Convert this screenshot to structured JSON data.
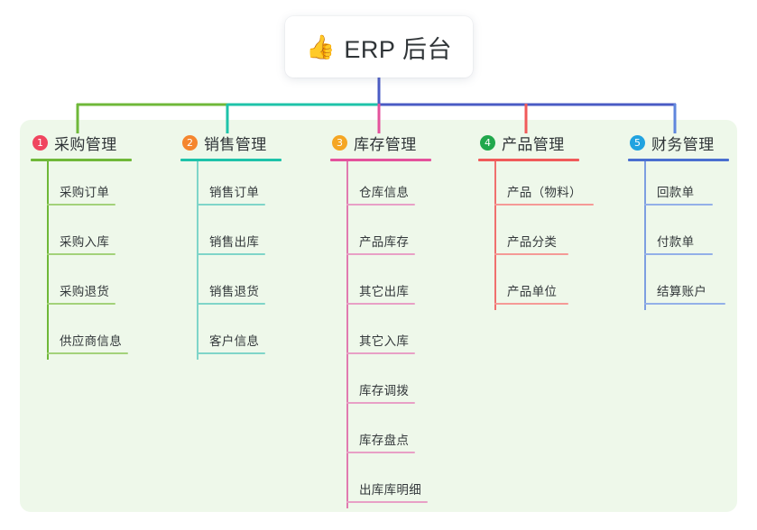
{
  "root": {
    "icon": "thumbs-up-icon",
    "emoji": "👍",
    "title": "ERP 后台"
  },
  "panel": {
    "background_color": "#eef8ea"
  },
  "connector_colors": {
    "trunk": "#4a5bc4",
    "segment_green": "#6fb839",
    "segment_teal": "#1ec3a9",
    "segment_blue": "#4a5bc4"
  },
  "columns": [
    {
      "index": "1",
      "badge_number": "①",
      "badge_label": "1",
      "badge_color": "#f0455f",
      "title": "采购管理",
      "color": "#6fb839",
      "items": [
        {
          "label": "采购订单"
        },
        {
          "label": "采购入库"
        },
        {
          "label": "采购退货"
        },
        {
          "label": "供应商信息"
        }
      ]
    },
    {
      "index": "2",
      "badge_number": "②",
      "badge_label": "2",
      "badge_color": "#f5862e",
      "title": "销售管理",
      "color": "#1ec3a9",
      "items": [
        {
          "label": "销售订单"
        },
        {
          "label": "销售出库"
        },
        {
          "label": "销售退货"
        },
        {
          "label": "客户信息"
        }
      ]
    },
    {
      "index": "3",
      "badge_number": "③",
      "badge_label": "3",
      "badge_color": "#f5a623",
      "title": "库存管理",
      "color": "#e4529c",
      "items": [
        {
          "label": "仓库信息"
        },
        {
          "label": "产品库存"
        },
        {
          "label": "其它出库"
        },
        {
          "label": "其它入库"
        },
        {
          "label": "库存调拨"
        },
        {
          "label": "库存盘点"
        },
        {
          "label": "出库库明细"
        }
      ]
    },
    {
      "index": "4",
      "badge_number": "④",
      "badge_label": "4",
      "badge_color": "#21a84c",
      "title": "产品管理",
      "color": "#f05a5a",
      "items": [
        {
          "label": "产品（物料）"
        },
        {
          "label": "产品分类"
        },
        {
          "label": "产品单位"
        }
      ]
    },
    {
      "index": "5",
      "badge_number": "⑤",
      "badge_label": "5",
      "badge_color": "#21a3e0",
      "title": "财务管理",
      "color": "#5f86dd",
      "items": [
        {
          "label": "回款单"
        },
        {
          "label": "付款单"
        },
        {
          "label": "结算账户"
        }
      ]
    }
  ]
}
